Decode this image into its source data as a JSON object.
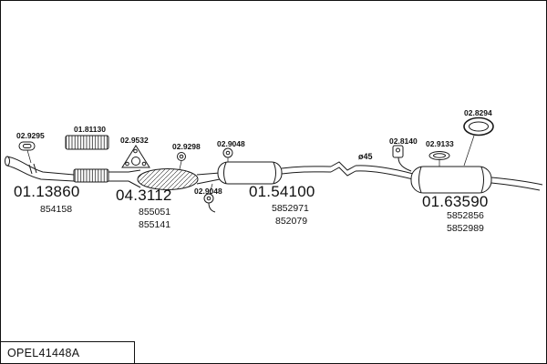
{
  "drawing_code": "OPEL41448A",
  "annotations": {
    "diameter": "ø45"
  },
  "labels": {
    "gasket_front": "02.9295",
    "flex_pipe": "01.81130",
    "flange_gasket": "02.9532",
    "seal_ring": "02.9298",
    "hanger_top": "02.9048",
    "hanger_bottom": "02.9048",
    "bracket": "02.8140",
    "ring_rear": "02.9133",
    "clamp_rear": "02.8294"
  },
  "parts": [
    {
      "number": "01.13860",
      "codes": [
        "854158"
      ]
    },
    {
      "number": "04.3112",
      "codes": [
        "855051",
        "855141"
      ]
    },
    {
      "number": "01.54100",
      "codes": [
        "5852971",
        "852079"
      ]
    },
    {
      "number": "01.63590",
      "codes": [
        "5852856",
        "5852989"
      ]
    }
  ]
}
